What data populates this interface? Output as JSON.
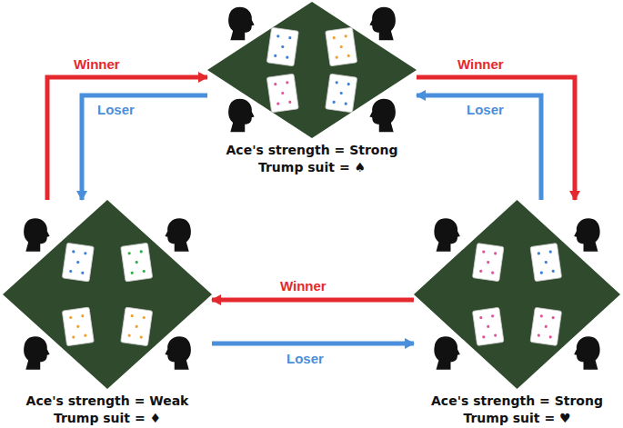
{
  "diagram": {
    "nodes": [
      {
        "text": [
          "Ace's strength = Strong",
          "Trump suit = ♠"
        ]
      },
      {
        "text": [
          "Ace's strength = Weak",
          "Trump suit = ♦"
        ]
      },
      {
        "text": [
          "Ace's strength = Strong",
          "Trump suit = ♥"
        ]
      }
    ],
    "edges": [
      {
        "from": 1,
        "to": 0,
        "arrow": "to",
        "label": "Winner"
      },
      {
        "from": 0,
        "to": 1,
        "arrow": "to",
        "label": "Loser"
      },
      {
        "from": 0,
        "to": 2,
        "arrow": "to",
        "label": "Winner"
      },
      {
        "from": 2,
        "to": 0,
        "arrow": "to",
        "label": "Loser"
      },
      {
        "from": 2,
        "to": 1,
        "arrow": "to",
        "label": "Winner"
      },
      {
        "from": 1,
        "to": 2,
        "arrow": "to",
        "label": "Loser"
      }
    ]
  }
}
